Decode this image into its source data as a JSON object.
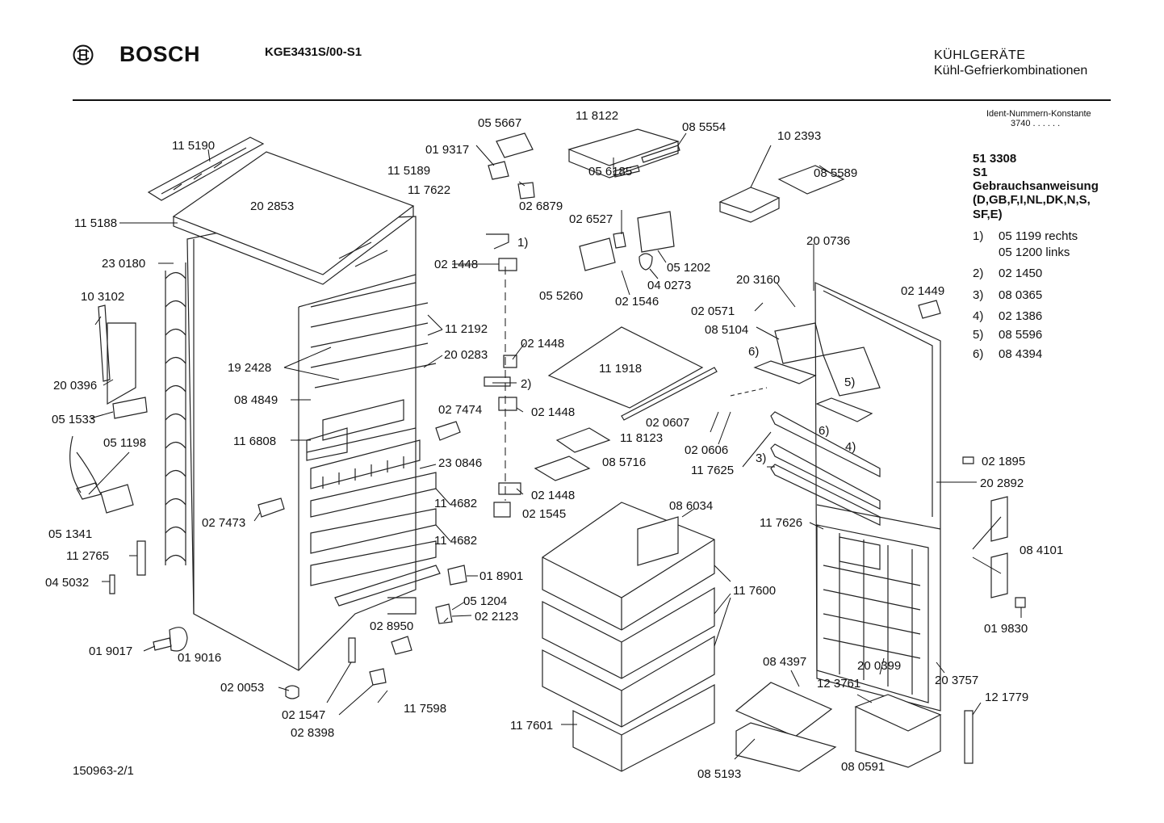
{
  "header": {
    "brand": "BOSCH",
    "model": "KGE3431S/00-S1",
    "category_title": "KÜHLGERÄTE",
    "category_subtitle": "Kühl-Gefrierkombinationen"
  },
  "ident": {
    "label": "Ident-Nummern-Konstante",
    "value": "3740  . .   . . . ."
  },
  "document": {
    "code": "51 3308",
    "revision": "S1",
    "title": "Gebrauchsanweisung",
    "languages_line1": "(D,GB,F,I,NL,DK,N,S,",
    "languages_line2": "SF,E)"
  },
  "notes": [
    {
      "marker": "1)",
      "text": "05 1199 rechts"
    },
    {
      "marker": "",
      "text": "05 1200 links"
    },
    {
      "marker": "2)",
      "text": "02 1450"
    },
    {
      "marker": "3)",
      "text": "08 0365"
    },
    {
      "marker": "4)",
      "text": "02 1386"
    },
    {
      "marker": "5)",
      "text": "08 5596"
    },
    {
      "marker": "6)",
      "text": "08 4394"
    }
  ],
  "footer": {
    "code": "150963-2/1"
  },
  "part_labels": [
    "11 5190",
    "20 2853",
    "11 5189",
    "11 7622",
    "11 5188",
    "23 0180",
    "10 3102",
    "20 0396",
    "05 1533",
    "05 1198",
    "05 1341",
    "11 2765",
    "04 5032",
    "01 9017",
    "01 9016",
    "02 0053",
    "02 1547",
    "02 8398",
    "11 7598",
    "02 8950",
    "05 1204",
    "02 2123",
    "01 8901",
    "11 4682",
    "11 4682",
    "23 0846",
    "02 7473",
    "11 6808",
    "08 4849",
    "19 2428",
    "20 0283",
    "11 2192",
    "05 5667",
    "01 9317",
    "02 6879",
    "1)",
    "02 1448",
    "02 1448",
    "2)",
    "02 1448",
    "02 7474",
    "02 1448",
    "02 1545",
    "11 8122",
    "08 5554",
    "05 6185",
    "02 6527",
    "05 1202",
    "05 5260",
    "04 0273",
    "02 1546",
    "11 1918",
    "02 0607",
    "11 8123",
    "08 5716",
    "08 6034",
    "11 7600",
    "11 7601",
    "10 2393",
    "08 5589",
    "20 0736",
    "20 3160",
    "02 0571",
    "08 5104",
    "6)",
    "5)",
    "6)",
    "4)",
    "3)",
    "02 0606",
    "11 7625",
    "11 7626",
    "02 1449",
    "02 1895",
    "20 2892",
    "08 4101",
    "01 9830",
    "20 0399",
    "20 3757",
    "08 4397",
    "12 3761",
    "12 1779",
    "08 5193",
    "08 0591"
  ]
}
